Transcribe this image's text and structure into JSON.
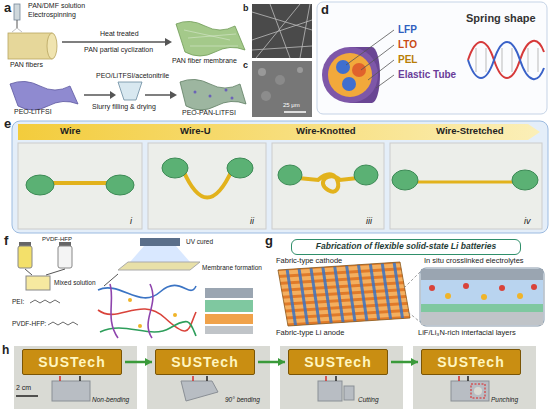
{
  "diagram": {
    "nodes": [
      {
        "text": [
          "Fabrication of flexible solid-state Li batteries"
        ]
      },
      {
        "text": [
          "SUSTech"
        ]
      },
      {
        "text": [
          "SUSTech"
        ]
      },
      {
        "text": [
          "SUSTech"
        ]
      },
      {
        "text": [
          "SUSTech"
        ]
      }
    ],
    "edges": [
      {
        "from": 1,
        "to": 2,
        "arrow": "to"
      },
      {
        "from": 2,
        "to": 3,
        "arrow": "to"
      },
      {
        "from": 3,
        "to": 4,
        "arrow": "to"
      }
    ],
    "labels": [
      "a",
      "PAN/DMF solution",
      "Electrospinning",
      "PAN fibers",
      "Heat treated",
      "PAN partial cyclization",
      "PAN fiber membrane",
      "PEO/LiTFSI/acetonitrile",
      "PEO-LiTFSI",
      "Slurry filling & drying",
      "PEO-PAN-LiTFSI",
      "b",
      "c",
      "25 μm",
      "d",
      "LFP",
      "LTO",
      "PEL",
      "Elastic Tube",
      "Spring shape",
      "e",
      "Wire",
      "Wire-U",
      "Wire-Knotted",
      "Wire-Stretched",
      "i",
      "ii",
      "iii",
      "iv",
      "f",
      "PVDF-HFP",
      "Mixed solution",
      "UV cured",
      "Membrane formation",
      "PEI:",
      "PVDF-HFP:",
      "g",
      "Fabric-type cathode",
      "In situ crosslinked electrolytes",
      "Fabric-type Li anode",
      "LiF/Li₃N-rich interfacial layers",
      "h",
      "2 cm",
      "Non-bending",
      "90° bending",
      "Cutting",
      "Punching"
    ]
  }
}
